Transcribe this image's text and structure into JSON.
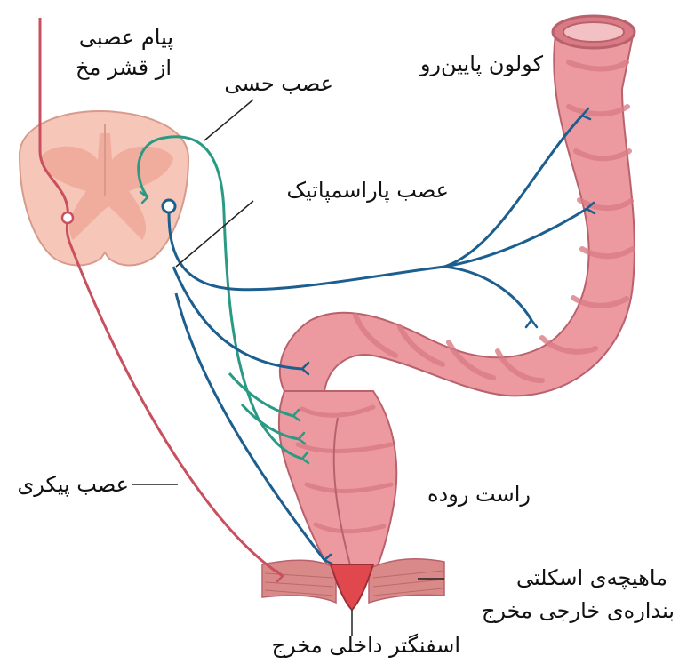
{
  "labels": {
    "cortex_signal_line1": "پیام عصبی",
    "cortex_signal_line2": "از قشر مخ",
    "sensory_nerve": "عصب حسی",
    "descending_colon": "کولون پایین‌رو",
    "parasympathetic_nerve": "عصب پاراسمپاتیک",
    "somatic_nerve": "عصب پیکری",
    "rectum": "راست روده",
    "skeletal_muscle_line1": "ماهیچه‌ی اسکلتی",
    "skeletal_muscle_line2": "بنداره‌ی خارجی مخرج",
    "internal_sphincter": "اسفنگتر داخلی مخرج"
  },
  "colors": {
    "somatic_nerve": "#c9505e",
    "sensory_nerve": "#2a9a84",
    "parasympathetic_nerve": "#1c5f8e",
    "colon_fill": "#ec9aa0",
    "colon_shadow": "#d97b85",
    "colon_outline": "#b9616c",
    "spinal_cord_fill": "#f6c6b8",
    "spinal_cord_grey": "#efa796",
    "muscle_fill": "#d98a88"
  }
}
